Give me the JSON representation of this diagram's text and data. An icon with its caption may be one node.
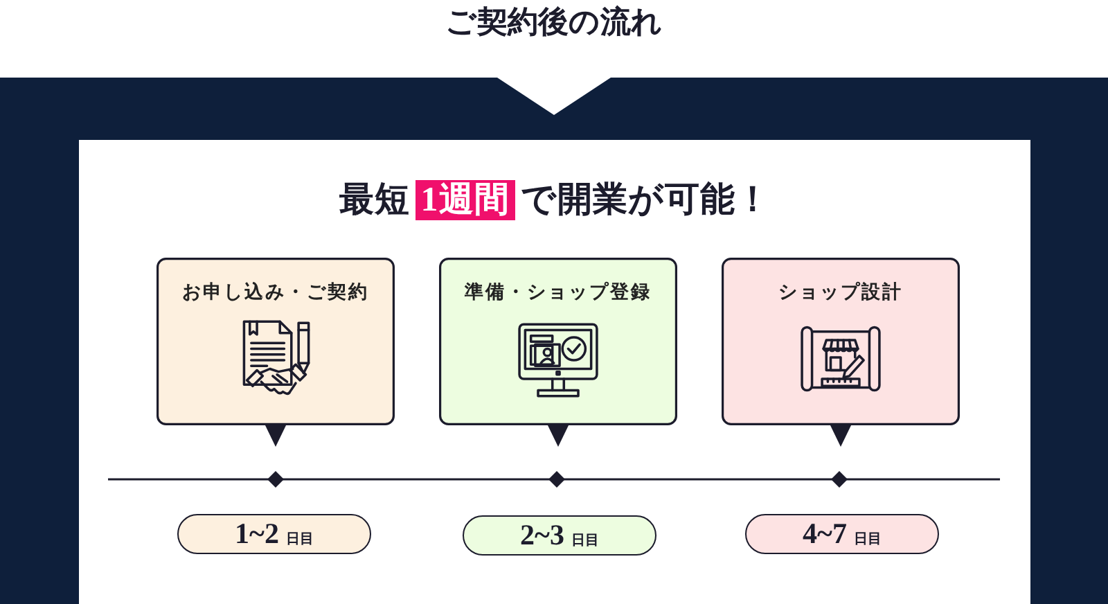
{
  "diagram": {
    "title": "ご契約後の流れ",
    "nodes": [
      {
        "text": [
          "最短**1週間**で開業が可能！"
        ]
      },
      {
        "text": [
          "お申し込み・ご契約"
        ],
        "in": 0
      },
      {
        "text": [
          "準備・ショップ登録"
        ],
        "in": 0
      },
      {
        "text": [
          "ショップ設計"
        ],
        "in": 0
      },
      {
        "text": [
          "1~2",
          "日目"
        ],
        "in": 0
      },
      {
        "text": [
          "2~3",
          "日目"
        ],
        "in": 0
      },
      {
        "text": [
          "4~7",
          "日目"
        ],
        "in": 0
      }
    ]
  }
}
